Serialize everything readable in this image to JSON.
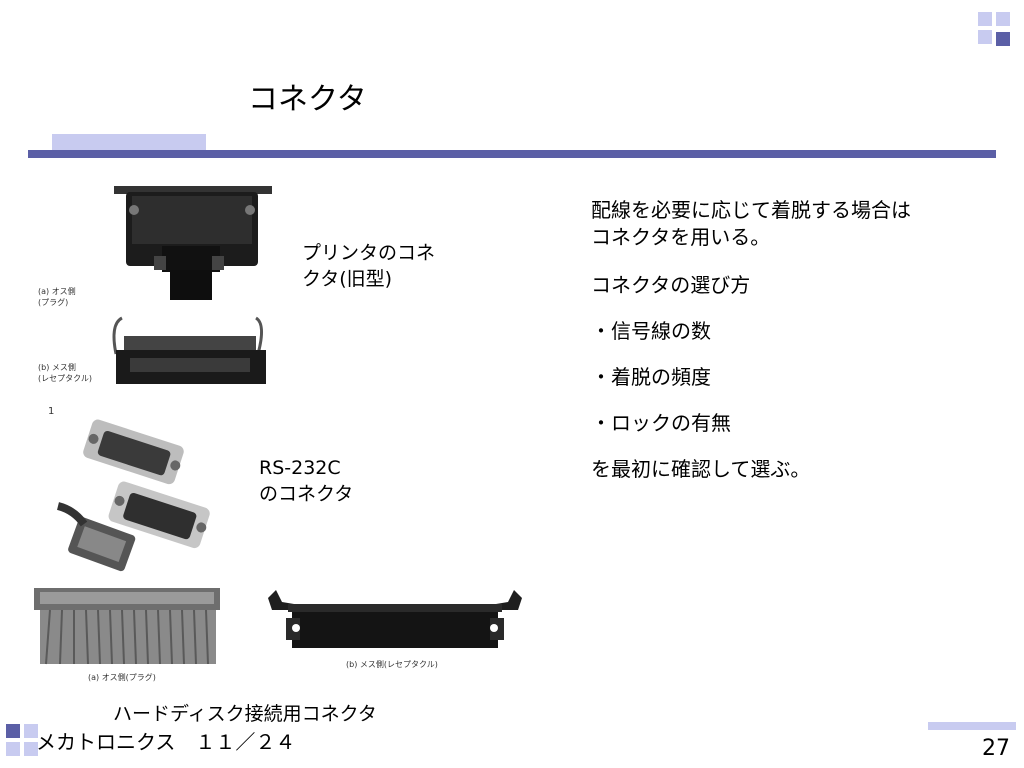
{
  "slide": {
    "title": "コネクタ",
    "page_number": "27",
    "footer": "メカトロニクス　１１／２４",
    "colors": {
      "accent_dark": "#5b5fa6",
      "accent_light": "#c8cbf0"
    }
  },
  "right_text": {
    "intro": "配線を必要に応じて着脱する場合は\nコネクタを用いる。",
    "heading": "コネクタの選び方",
    "bullets": [
      "・信号線の数",
      "・着脱の頻度",
      "・ロックの有無"
    ],
    "conclusion": "を最初に確認して選ぶ。"
  },
  "labels": {
    "printer": "プリンタのコネ\nクタ(旧型)",
    "rs232c": "RS-232C\nのコネクタ",
    "hdd": "ハードディスク接続用コネクタ"
  },
  "photo_captions": {
    "printer_male": "(a) オス側\n(プラグ)",
    "printer_female": "(b) メス側\n(レセプタクル)",
    "rs_marker": "1",
    "hdd_male": "(a) オス側(プラグ)",
    "hdd_female": "(b) メス側(レセプタクル)"
  }
}
